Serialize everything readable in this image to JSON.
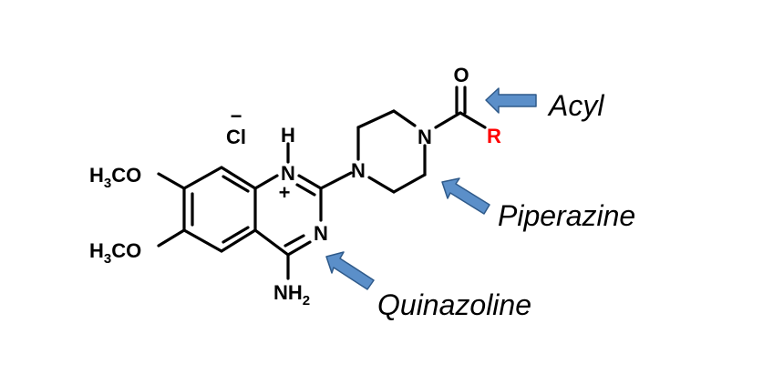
{
  "molecule": {
    "chloride": "Cl",
    "chloride_charge": "−",
    "hydrogen": "H",
    "nitrogen": "N",
    "oxygen": "O",
    "r_group": "R",
    "methoxy_prefix": "H",
    "methoxy_subscript": "3",
    "methoxy_suffix": "CO",
    "amine_prefix": "NH",
    "amine_subscript": "2",
    "positive_charge": "+"
  },
  "labels": {
    "acyl": "Acyl",
    "piperazine": "Piperazine",
    "quinazoline": "Quinazoline"
  },
  "colors": {
    "r_group": "#ff0000",
    "arrow_fill": "#5b8fc9",
    "arrow_stroke": "#2f5a8a",
    "bonds": "#000000"
  },
  "icons": {
    "arrow_shape": "block-arrow-icon"
  }
}
